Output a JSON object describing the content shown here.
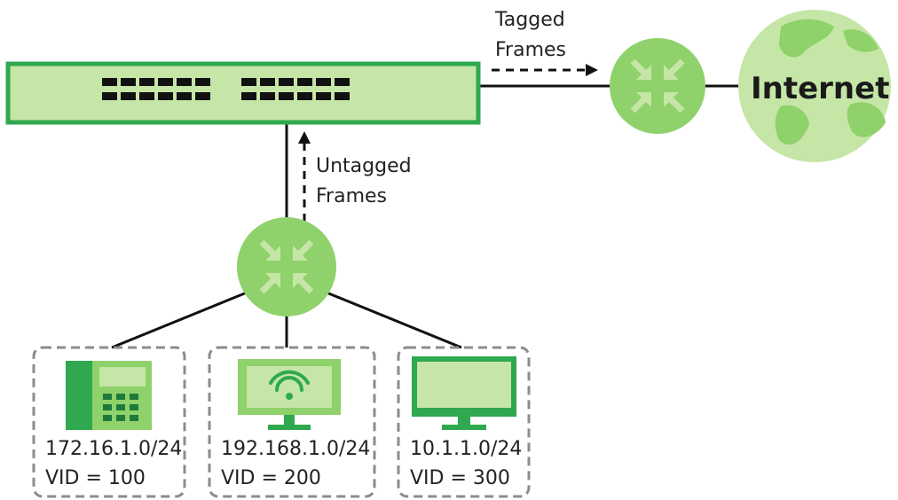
{
  "labels": {
    "tagged_line1": "Tagged",
    "tagged_line2": "Frames",
    "untagged_line1": "Untagged",
    "untagged_line2": "Frames",
    "internet": "Internet"
  },
  "devices": [
    {
      "icon": "ip-phone-icon",
      "subnet": "172.16.1.0/24",
      "vid": "VID = 100"
    },
    {
      "icon": "wifi-monitor-icon",
      "subnet": "192.168.1.0/24",
      "vid": "VID = 200"
    },
    {
      "icon": "desktop-monitor-icon",
      "subnet": "10.1.1.0/24",
      "vid": "VID = 300"
    }
  ],
  "colors": {
    "green_fill": "#c5e6a6",
    "green_mid": "#8fd16a",
    "green_dark": "#2fa84f",
    "line": "#111111",
    "dash_box": "#8c8c8c"
  }
}
